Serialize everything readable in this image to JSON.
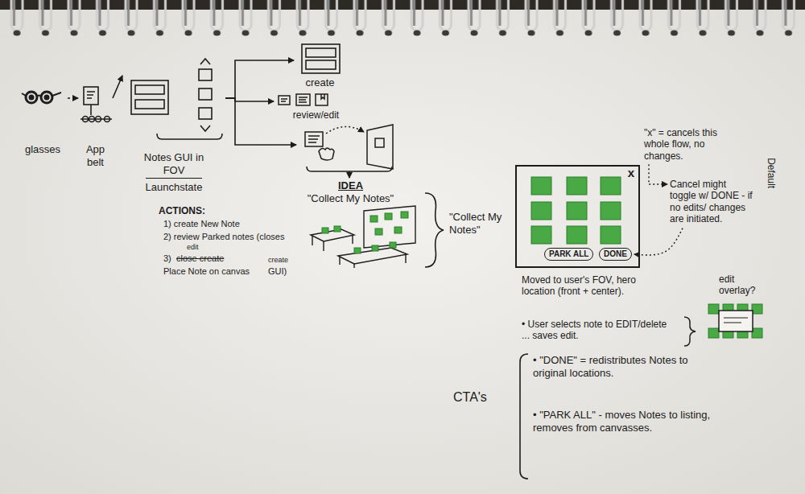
{
  "diagram": {
    "nodes": [
      {
        "text": [
          "glasses"
        ]
      },
      {
        "text": [
          "App belt"
        ]
      },
      {
        "text": [
          "Notes GUI in FOV",
          "Launchstate"
        ]
      },
      {
        "text": [
          "create"
        ]
      },
      {
        "text": [
          "review/edit"
        ]
      },
      {
        "text": [
          "IDEA",
          "\"Collect My Notes\""
        ]
      },
      {
        "text": [
          "x"
        ]
      },
      {
        "text": [
          "PARK ALL"
        ],
        "in": 6
      },
      {
        "text": [
          "DONE"
        ],
        "in": 6
      }
    ],
    "edges": [
      {
        "from": 0,
        "to": 1,
        "arrow": "to"
      },
      {
        "from": 1,
        "to": 2,
        "arrow": "to"
      },
      {
        "from": 2,
        "to": 3,
        "arrow": "to"
      },
      {
        "from": 2,
        "to": 4,
        "arrow": "to"
      },
      {
        "from": 2,
        "to": 5,
        "arrow": "to"
      }
    ],
    "labels": [
      "ACTIONS:",
      "1) create New Note",
      "2) review Parked notes (closes",
      "edit",
      "create",
      "3)",
      "close create",
      "Place Note on canvas",
      "GUI)",
      "\"Collect My Notes\"",
      "\"x\" = cancels this whole flow, no changes.",
      "Cancel might toggle w/ DONE - if no edits/ changes are initiated.",
      "Default",
      "Moved to user's FOV, hero location (front + center).",
      "edit overlay?",
      "• User selects note to EDIT/delete ... saves edit.",
      "CTA's",
      "• \"DONE\" = redistributes Notes to original locations.",
      "• \"PARK ALL\" - moves Notes to listing, removes from canvasses."
    ]
  }
}
